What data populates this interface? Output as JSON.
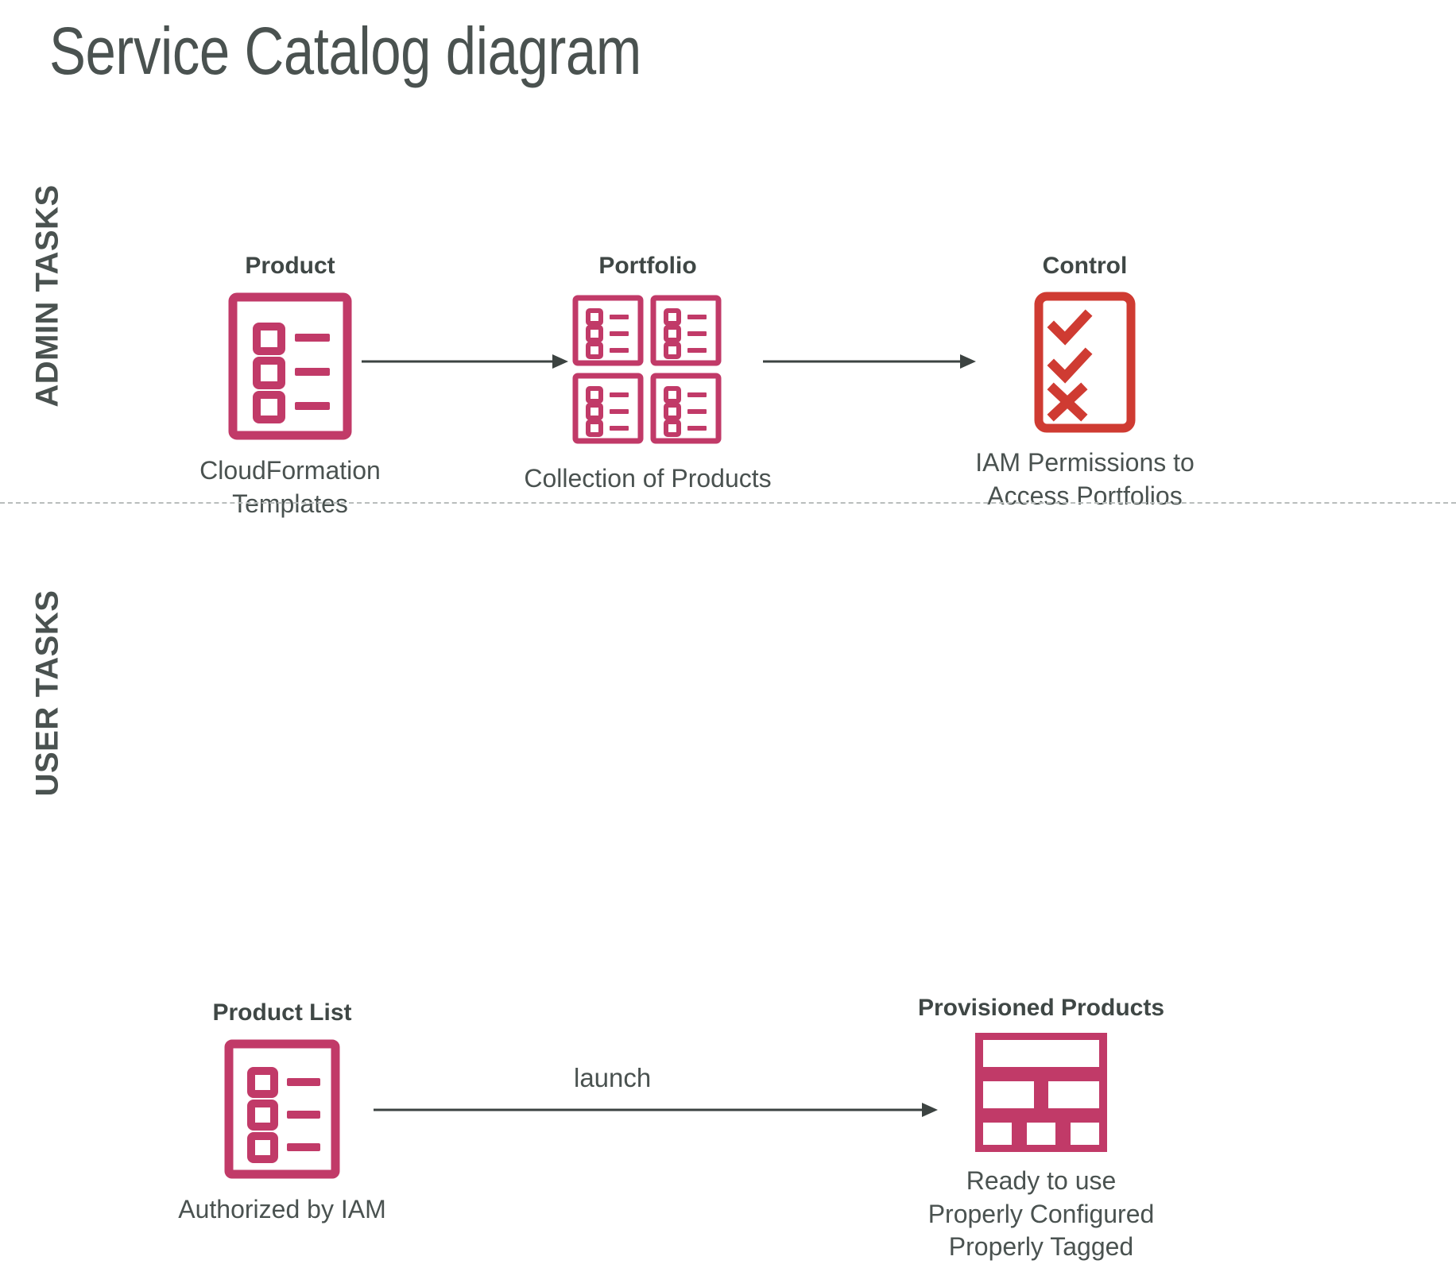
{
  "title": "Service Catalog diagram",
  "colors": {
    "crimson": "#C13A68",
    "red": "#CF3B32",
    "text": "#4A5250",
    "arrow": "#3C4341",
    "divider": "#B9BDBC",
    "background": "#FFFFFF"
  },
  "bands": [
    {
      "id": "admin",
      "label": "ADMIN TASKS",
      "nodes": [
        {
          "id": "product",
          "title": "Product",
          "icon": "product-list-document-icon",
          "caption": [
            "CloudFormation",
            "Templates"
          ]
        },
        {
          "id": "portfolio",
          "title": "Portfolio",
          "icon": "portfolio-grid-icon",
          "caption": [
            "Collection of Products"
          ]
        },
        {
          "id": "control",
          "title": "Control",
          "icon": "control-checklist-icon",
          "caption": [
            "IAM Permissions to",
            "Access Portfolios"
          ]
        }
      ],
      "arrows": [
        {
          "id": "product-to-portfolio",
          "label": ""
        },
        {
          "id": "portfolio-to-control",
          "label": ""
        }
      ]
    },
    {
      "id": "user",
      "label": "USER TASKS",
      "nodes": [
        {
          "id": "product-list",
          "title": "Product List",
          "icon": "product-list-document-icon",
          "caption": [
            "Authorized by IAM"
          ]
        },
        {
          "id": "provisioned-products",
          "title": "Provisioned Products",
          "icon": "provisioned-blocks-icon",
          "caption": [
            "Ready to use",
            "Properly Configured",
            "Properly Tagged"
          ]
        }
      ],
      "arrows": [
        {
          "id": "launch",
          "label": "launch"
        }
      ]
    }
  ]
}
